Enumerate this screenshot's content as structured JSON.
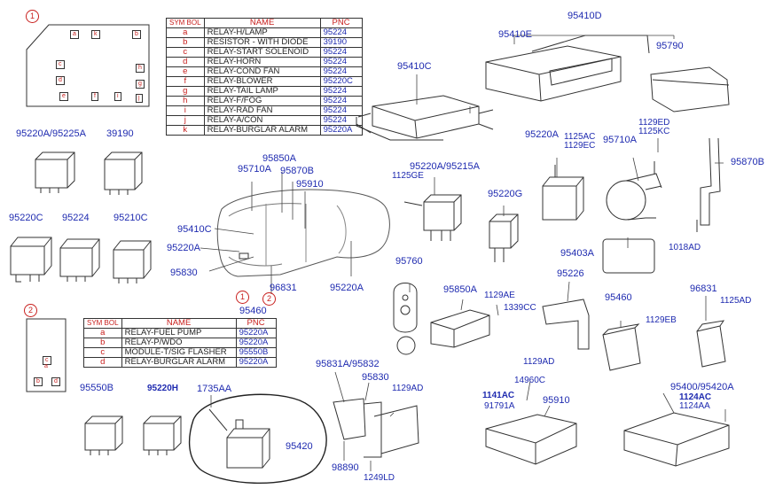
{
  "table1": {
    "headers": [
      "SYM BOL",
      "NAME",
      "PNC"
    ],
    "rows": [
      [
        "a",
        "RELAY-H/LAMP",
        "95224"
      ],
      [
        "b",
        "RESISTOR - WITH DIODE",
        "39190"
      ],
      [
        "c",
        "RELAY-START SOLENOID",
        "95224"
      ],
      [
        "d",
        "RELAY-HORN",
        "95224"
      ],
      [
        "e",
        "RELAY-COND FAN",
        "95224"
      ],
      [
        "f",
        "RELAY-BLOWER",
        "95220C"
      ],
      [
        "g",
        "RELAY-TAIL LAMP",
        "95224"
      ],
      [
        "h",
        "RELAY-F/FOG",
        "95224"
      ],
      [
        "i",
        "RELAY-RAD FAN",
        "95224"
      ],
      [
        "j",
        "RELAY-A/CON",
        "95224"
      ],
      [
        "k",
        "RELAY-BURGLAR ALARM",
        "95220A"
      ]
    ]
  },
  "table2": {
    "headers": [
      "SYM BOL",
      "NAME",
      "PNC"
    ],
    "rows": [
      [
        "a",
        "RELAY-FUEL PUMP",
        "95220A"
      ],
      [
        "b",
        "RELAY-P/WDO",
        "95220A"
      ],
      [
        "c",
        "MODULE-T/SIG FLASHER",
        "95550B"
      ],
      [
        "d",
        "RELAY-BURGLAR ALARM",
        "95220A"
      ]
    ]
  },
  "callouts": {
    "c1": "1",
    "c2": "2",
    "car_c1": "1",
    "car_c2": "2"
  },
  "box1_letters": {
    "a": "a",
    "k": "k",
    "b": "b",
    "c": "c",
    "h": "h",
    "d": "d",
    "g": "g",
    "e": "e",
    "i": "i",
    "f": "f",
    "j": "j"
  },
  "box2_letters": {
    "a": "a",
    "b": "b",
    "c": "c",
    "d": "d"
  },
  "parts": {
    "p95410D": "95410D",
    "p95410E": "95410E",
    "p95790": "95790",
    "p95410C_top": "95410C",
    "p95220A_95225A": "95220A/95225A",
    "p39190": "39190",
    "p95220C": "95220C",
    "p95224": "95224",
    "p95210C": "95210C",
    "p95850A_car": "95850A",
    "p95710A_car": "95710A",
    "p95870B_car": "95870B",
    "p95910_car": "95910",
    "p95410C_car": "95410C",
    "p95220A_car_left": "95220A",
    "p95830_car": "95830",
    "p96831_car": "96831",
    "p95220A_car_right": "95220A",
    "p95460_car": "95460",
    "p95220A_95215A": "95220A/95215A",
    "p1125GE": "1125GE",
    "p95220G": "95220G",
    "p95220A_mid": "95220A",
    "p1125AC_1129EC": "1125AC\n1129EC",
    "p95710A": "95710A",
    "p1129ED_1125KC": "1129ED\n1125KC",
    "p95870B": "95870B",
    "p1018AD": "1018AD",
    "p95403A": "95403A",
    "p95760": "95760",
    "p95850A": "95850A",
    "p1129AE": "1129AE",
    "p1339CC": "1339CC",
    "p95226": "95226",
    "p1129AD_mid": "1129AD",
    "p95460": "95460",
    "p1129EB": "1129EB",
    "p96831": "96831",
    "p1125AD": "1125AD",
    "p95550B": "95550B",
    "p95220H": "95220H",
    "p1735AA": "1735AA",
    "p95420": "95420",
    "p95831A_95832": "95831A/95832",
    "p95830": "95830",
    "p1129AD_low": "1129AD",
    "p98890": "98890",
    "p1249LD": "1249LD",
    "p1141AC": "1141AC",
    "p91791A": "91791A",
    "p14960C": "14960C",
    "p95910": "95910",
    "p95400_95420A": "95400/95420A",
    "p1124AC": "1124AC",
    "p1124AA": "1124AA"
  }
}
